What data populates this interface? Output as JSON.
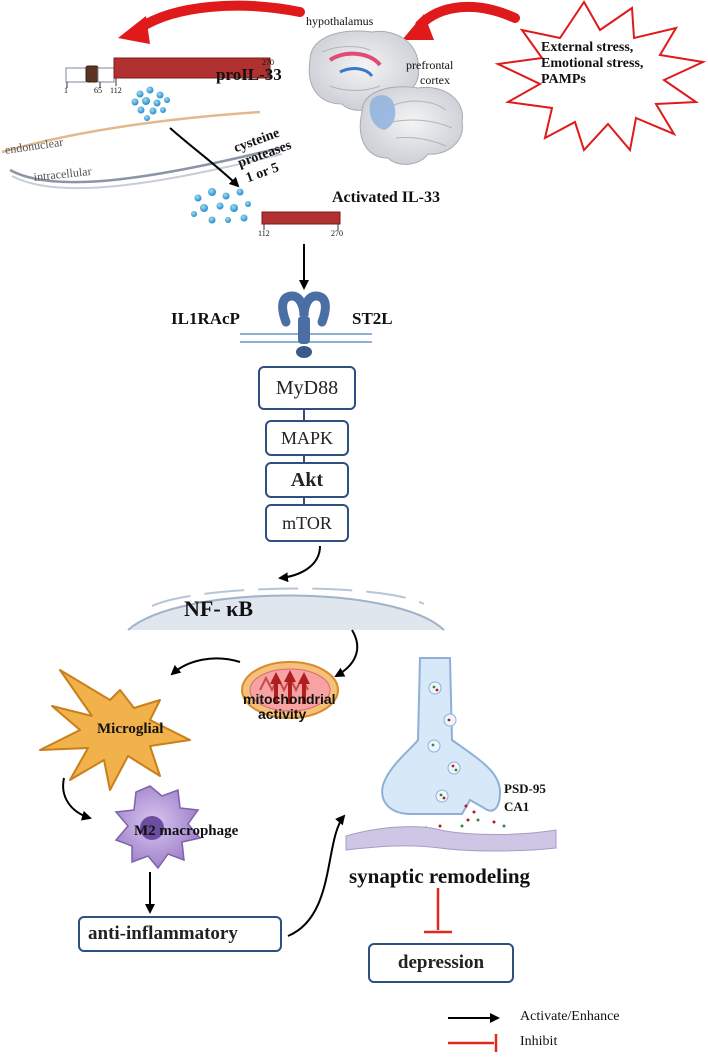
{
  "labels": {
    "hypothalamus": "hypothalamus",
    "prefrontal_cortex_line1": "prefrontal",
    "prefrontal_cortex_line2": "cortex",
    "stress_line1": "External stress,",
    "stress_line2": "Emotional stress,",
    "stress_line3": "PAMPs",
    "proil33": "proIL-33",
    "endonuclear": "endonuclear",
    "intracellular": "intracellular",
    "protease_line1": "cysteine",
    "protease_line2": "proteases",
    "protease_line3": "1 or 5",
    "activated_il33": "Activated IL-33",
    "il1racp": "IL1RAcP",
    "st2l": "ST2L",
    "nfkb": "NF- κB",
    "mito_line1": "mitochondrial",
    "mito_line2": "activity",
    "microglial": "Microglial",
    "m2_macrophage": "M2 macrophage",
    "psd95": "PSD-95",
    "ca1": "CA1",
    "synaptic_remodeling": "synaptic remodeling"
  },
  "protein_bar": {
    "tick_1": "1",
    "tick_65": "65",
    "tick_112": "112",
    "tick_270": "270"
  },
  "activated_bar": {
    "tick_112": "112",
    "tick_270": "270"
  },
  "pathway_boxes": [
    "MyD88",
    "MAPK",
    "Akt",
    "mTOR"
  ],
  "outcome_boxes": {
    "anti_inflammatory": "anti-inflammatory",
    "depression": "depression"
  },
  "legend": {
    "activate": "Activate/Enhance",
    "inhibit": "Inhibit"
  },
  "colors": {
    "activate_arrow": "#000000",
    "inhibit_line": "#e0281e",
    "stress_arrow": "#e0191b",
    "box_border": "#2f4f7f",
    "protein_red": "#b0312f",
    "receptor_blue": "#4a6fa5"
  }
}
